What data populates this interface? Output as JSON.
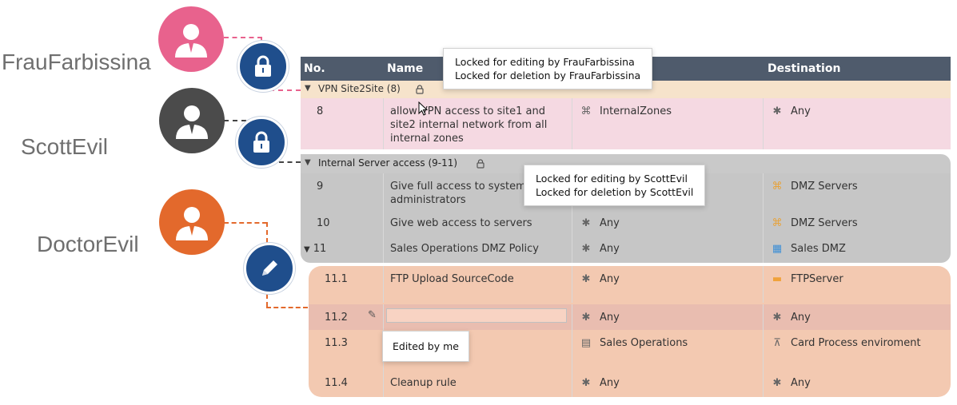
{
  "users": [
    {
      "name": "FrauFarbissina",
      "color": "#e8628d"
    },
    {
      "name": "ScottEvil",
      "color": "#4b4b4b"
    },
    {
      "name": "DoctorEvil",
      "color": "#e3692c"
    }
  ],
  "badges": [
    "lock-icon",
    "lock-icon",
    "pencil-icon"
  ],
  "columns": {
    "no": "No.",
    "name": "Name",
    "destination": "Destination"
  },
  "groups": [
    {
      "title": "VPN Site2Site (8)",
      "locked": true
    },
    {
      "title": "Internal Server access (9-11)",
      "locked": true
    }
  ],
  "rows": [
    {
      "no": "8",
      "name": "allow VPN access to site1 and site2 internal network from all internal zones",
      "source": "InternalZones",
      "destination": "Any"
    },
    {
      "no": "9",
      "name": "Give full access to system administrators",
      "source": "",
      "destination": "DMZ Servers"
    },
    {
      "no": "10",
      "name": "Give web access to servers",
      "source": "Any",
      "destination": "DMZ Servers"
    },
    {
      "no": "11",
      "name": "Sales Operations DMZ Policy",
      "source": "Any",
      "destination": "Sales DMZ"
    },
    {
      "no": "11.1",
      "name": "FTP Upload SourceCode",
      "source": "Any",
      "destination": "FTPServer"
    },
    {
      "no": "11.2",
      "name": "",
      "source": "Any",
      "destination": "Any"
    },
    {
      "no": "11.3",
      "name": "",
      "source": "Sales Operations",
      "destination": "Card Process enviroment"
    },
    {
      "no": "11.4",
      "name": "Cleanup rule",
      "source": "Any",
      "destination": "Any"
    }
  ],
  "tooltips": {
    "frau_edit": "Locked for editing by FrauFarbissina",
    "frau_delete": "Locked for deletion by FrauFarbissina",
    "scott_edit": "Locked for editing by ScottEvil",
    "scott_delete": "Locked for deletion by ScottEvil",
    "edited": "Edited by me"
  },
  "colors": {
    "header": "#4f5b6c",
    "vpn_group": "#f6e3cb",
    "vpn_row": "#f5d9e2",
    "server_group": "#c9c9c9",
    "server_row": "#c6c6c6",
    "doctor_rows": "#f3c9b1",
    "edit_row": "#e9bdb0"
  }
}
